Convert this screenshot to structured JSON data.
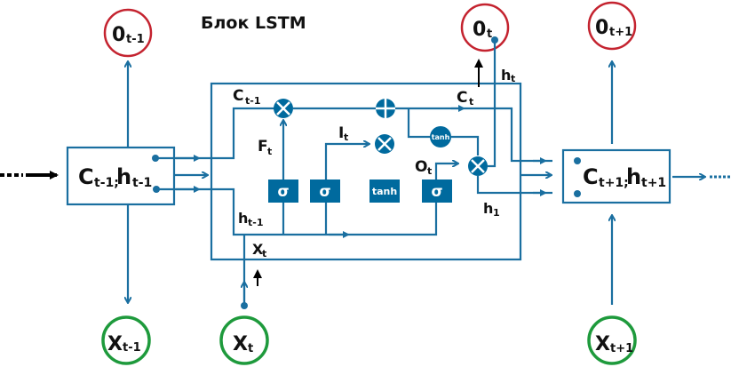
{
  "title": "Блок LSTM",
  "colors": {
    "wire": "#1a6fa0",
    "gate_fill": "#006a9e",
    "output_circle": "#c4232f",
    "input_circle": "#1e9a3c",
    "text": "#111111"
  },
  "outputs": [
    {
      "base": "0",
      "sub": "t-1"
    },
    {
      "base": "0",
      "sub": "t"
    },
    {
      "base": "0",
      "sub": "t+1"
    }
  ],
  "inputs": [
    {
      "base": "X",
      "sub": "t-1"
    },
    {
      "base": "X",
      "sub": "t"
    },
    {
      "base": "X",
      "sub": "t+1"
    }
  ],
  "states": [
    {
      "c": "C",
      "c_sub": "t-1;",
      "h": "h",
      "h_sub": "t-1"
    },
    {
      "c": "C",
      "c_sub": "t+1;",
      "h": "h",
      "h_sub": "t+1"
    }
  ],
  "labels": {
    "c_prev": {
      "base": "C",
      "sub": "t-1"
    },
    "c_t": {
      "base": "C",
      "sub": "t"
    },
    "h_t": {
      "base": "h",
      "sub": "t"
    },
    "h_prev": {
      "base": "h",
      "sub": "t-1"
    },
    "x_t": {
      "base": "X",
      "sub": "t"
    },
    "f_t": {
      "base": "F",
      "sub": "t"
    },
    "i_t": {
      "base": "I",
      "sub": "t"
    },
    "o_t": {
      "base": "O",
      "sub": "t"
    },
    "h_1": {
      "base": "h",
      "sub": "1"
    }
  },
  "gates": [
    {
      "name": "forget-gate",
      "label": "σ"
    },
    {
      "name": "input-gate",
      "label": "σ"
    },
    {
      "name": "candidate-gate",
      "label": "tanh"
    },
    {
      "name": "output-gate",
      "label": "σ"
    }
  ],
  "cell_tanh": "tanh"
}
